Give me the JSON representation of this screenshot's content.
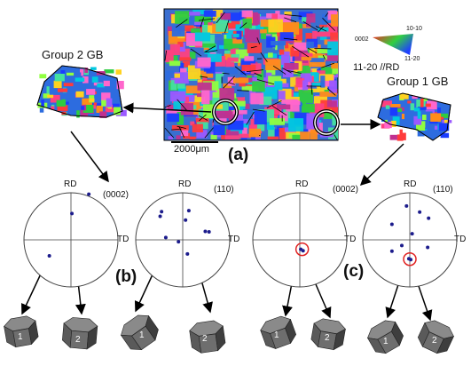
{
  "ebsd_map": {
    "scale_bar_label": "2000μm",
    "panel_label": "(a)"
  },
  "color_key": {
    "top_left": "0002",
    "top_right": "10-10",
    "bottom_right": "11-20",
    "axis_note": "11-20 //RD"
  },
  "group2": {
    "title": "Group 2 GB",
    "pf_0002": {
      "rd": "RD",
      "td": "TD",
      "plane": "(0002)"
    },
    "pf_110": {
      "rd": "RD",
      "td": "TD",
      "plane": "(110)"
    },
    "panel_label": "(b)",
    "crystal_a_label": "1",
    "crystal_b_label": "2",
    "crystal_c_label": "1",
    "crystal_d_label": "2"
  },
  "group1": {
    "title": "Group 1 GB",
    "pf_0002": {
      "rd": "RD",
      "td": "TD",
      "plane": "(0002)"
    },
    "pf_110": {
      "rd": "RD",
      "td": "TD",
      "plane": "(110)"
    },
    "panel_label": "(c)",
    "crystal_a_label": "1",
    "crystal_b_label": "2",
    "crystal_c_label": "1",
    "crystal_d_label": "2"
  },
  "colors": {
    "pole_dot": "#1c1c8c",
    "highlight_circle": "#e02020",
    "arrow": "#000000"
  }
}
